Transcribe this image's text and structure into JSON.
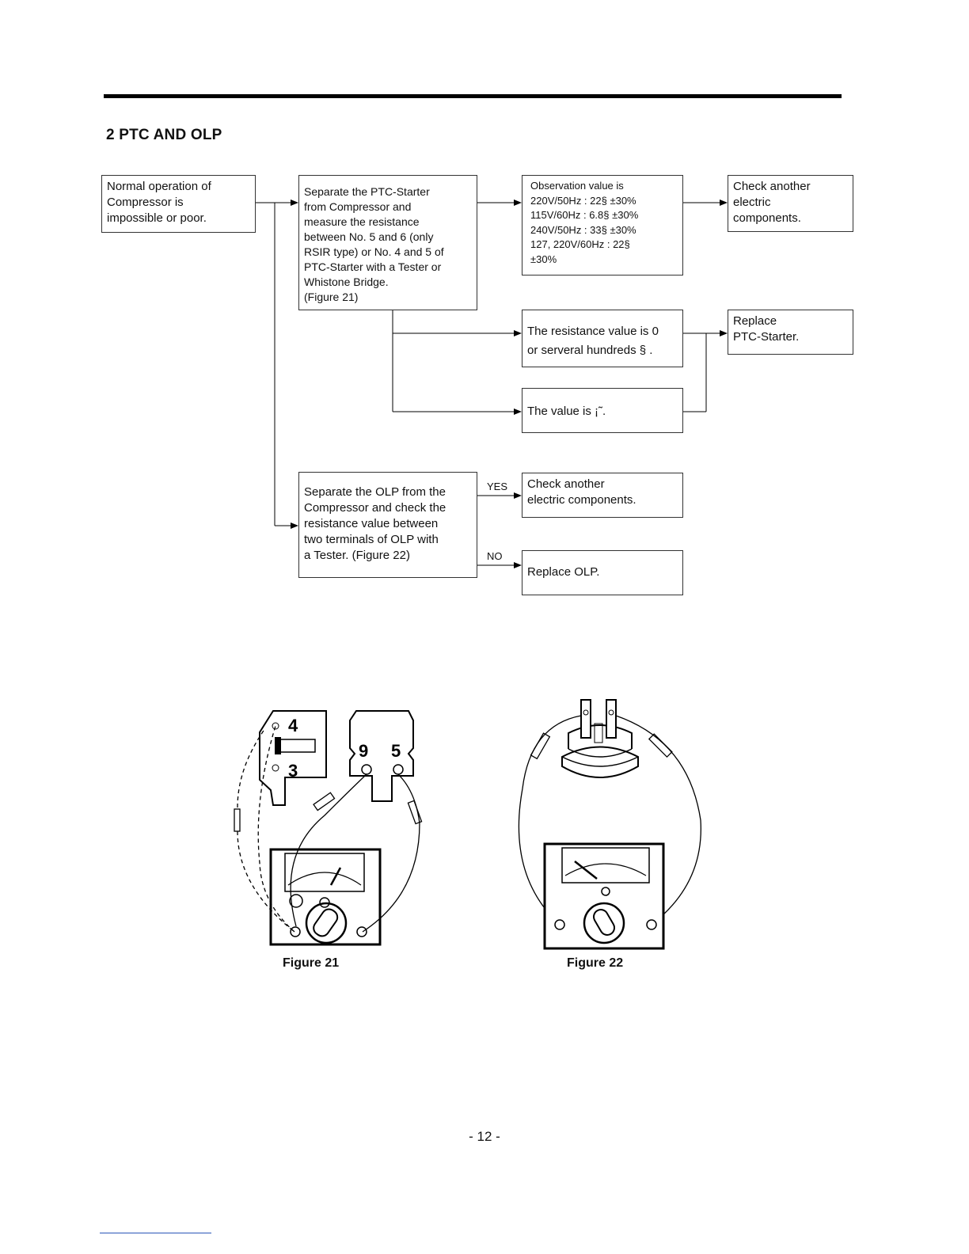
{
  "section": {
    "title": "2 PTC AND OLP"
  },
  "flow": {
    "start": "Normal operation of\nCompressor is\nimpossible or poor.",
    "ptc_step": "Separate the PTC-Starter\nfrom Compressor and\nmeasure the resistance\nbetween No. 5 and 6 (only\nRSIR type) or No. 4 and 5 of\nPTC-Starter with a Tester or\nWhistone Bridge.\n(Figure 21)",
    "observation": "Observation value is\n220V/50Hz : 22§ ±30%\n115V/60Hz : 6.8§ ±30%\n240V/50Hz : 33§ ±30%\n127, 220V/60Hz : 22§\n±30%",
    "check_other_1": "Check another\nelectric\ncomponents.",
    "resistance_zero": "The resistance value is 0\nor serveral hundreds § .",
    "value_inf": "The value is ¡˜.",
    "replace_ptc": "Replace\nPTC-Starter.",
    "olp_step": "Separate the OLP from the\nCompressor and check the\nresistance value between\ntwo terminals of OLP with\na Tester. (Figure 22)",
    "yes_label": "YES",
    "no_label": "NO",
    "check_other_2": "Check another\nelectric components.",
    "replace_olp": "Replace OLP."
  },
  "figures": {
    "fig21": {
      "caption": "Figure  21",
      "terminal_labels": [
        "4",
        "3",
        "9",
        "5"
      ]
    },
    "fig22": {
      "caption": "Figure  22"
    }
  },
  "footer": {
    "page_number": "- 12 -"
  }
}
